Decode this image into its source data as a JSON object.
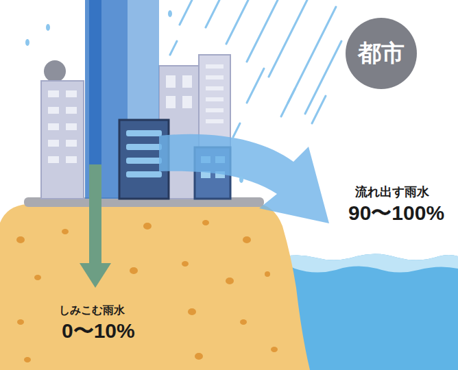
{
  "diagram": {
    "nodes": [
      {
        "text": [
          "都市"
        ]
      }
    ],
    "labels": [
      "流れ出す雨水",
      "90〜100%",
      "しみこむ雨水",
      "0〜10%"
    ]
  }
}
